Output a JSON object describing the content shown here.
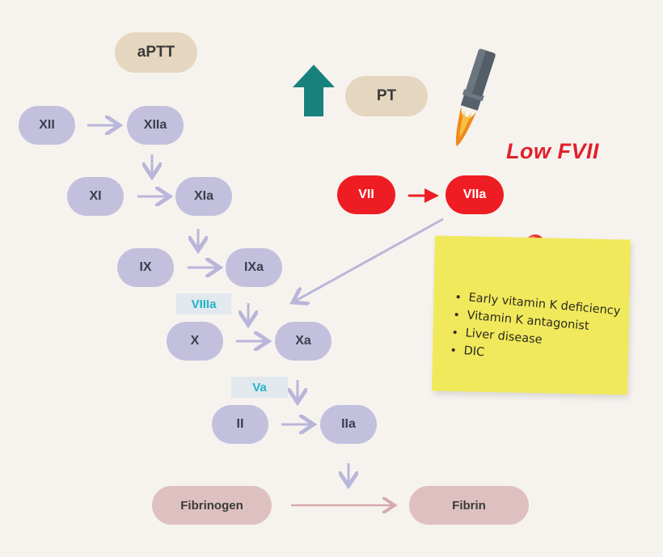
{
  "tests": {
    "aptt": "aPTT",
    "pt": "PT"
  },
  "intrinsic": {
    "xii": "XII",
    "xiia": "XIIa",
    "xi": "XI",
    "xia": "XIa",
    "ix": "IX",
    "ixa": "IXa",
    "x": "X",
    "xa": "Xa",
    "ii": "II",
    "iia": "IIa"
  },
  "cofactors": {
    "viiia": "VIIIa",
    "va": "Va"
  },
  "extrinsic": {
    "vii": "VII",
    "viia": "VIIa"
  },
  "final": {
    "fibrinogen": "Fibrinogen",
    "fibrin": "Fibrin"
  },
  "annotation": "Low FVII",
  "note": {
    "items": [
      "Early vitamin K deficiency",
      "Vitamin K antagonist",
      "Liver disease",
      "DIC"
    ]
  },
  "colors": {
    "background": "#f6f3ef",
    "factor": "#c3c0de",
    "arrow": "#b9b6da",
    "test": "#e5d6bf",
    "highlight_red": "#ee1d23",
    "up_arrow_teal": "#17827c",
    "cofactor_text": "#24b3c9",
    "sticky_note": "#f1e95c",
    "fibrin": "#dfc0c0"
  },
  "icons": {
    "up_arrow": "up-arrow-icon",
    "pen": "pen-icon",
    "pushpin": "pushpin-icon"
  }
}
